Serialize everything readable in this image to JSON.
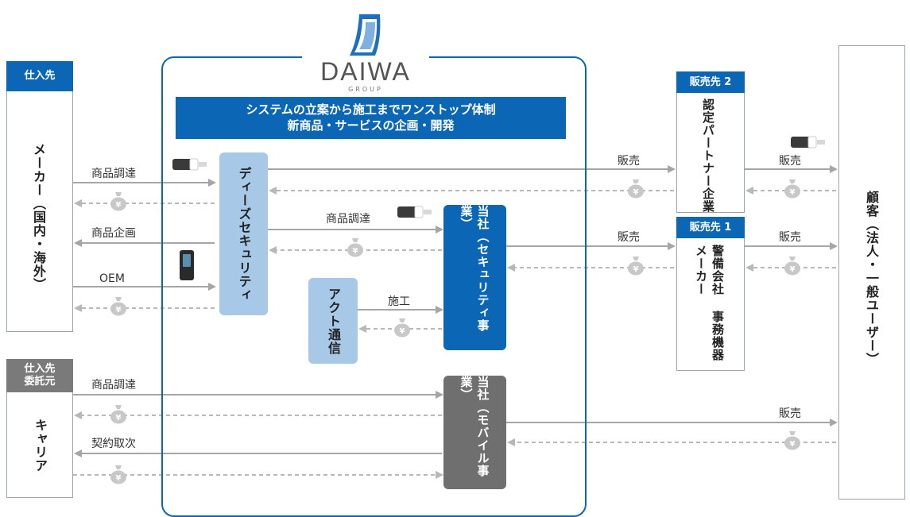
{
  "colors": {
    "blue": "#0b67b6",
    "light_blue": "#a8c8e8",
    "gray": "#6f6f6f",
    "tag_gray": "#7a7a7a",
    "arrow_solid": "#a6a6a6",
    "arrow_dashed": "#b8b8b8",
    "box_border": "#9aa4ad"
  },
  "logo": {
    "brand": "DAIWA",
    "sub": "GROUP"
  },
  "banner": {
    "line1": "システムの立案から施工までワンストップ体制",
    "line2": "新商品・サービスの企画・開発"
  },
  "left": {
    "supplier_tag": "仕入先",
    "maker": "メーカー（国内・海外）",
    "supplier2_tag_line1": "仕入先",
    "supplier2_tag_line2": "委託元",
    "carrier": "キャリア"
  },
  "center": {
    "dees": "ディーズセキュリティ",
    "act": "アクト通信",
    "security": "当社（セキュリティ事業）",
    "mobile": "当社（モバイル事業）"
  },
  "right": {
    "seller2_tag": "販売先 2",
    "partner": "認定パートナー企業",
    "seller1_tag": "販売先 1",
    "dealer": "警備会社 事務機器メーカー",
    "customer": "顧客（法人・一般ユーザー）"
  },
  "flows": {
    "buy1": "商品調達",
    "plan": "商品企画",
    "oem": "OEM",
    "buy2": "商品調達",
    "construction": "施工",
    "buy3": "商品調達",
    "contract": "契約取次",
    "sale1": "販売",
    "sale2": "販売",
    "sale3": "販売",
    "sale4": "販売",
    "sale5": "販売"
  },
  "icons": {
    "money": "money-bag-yen-icon",
    "camera": "security-camera-icon",
    "device": "face-recognition-terminal-icon"
  }
}
